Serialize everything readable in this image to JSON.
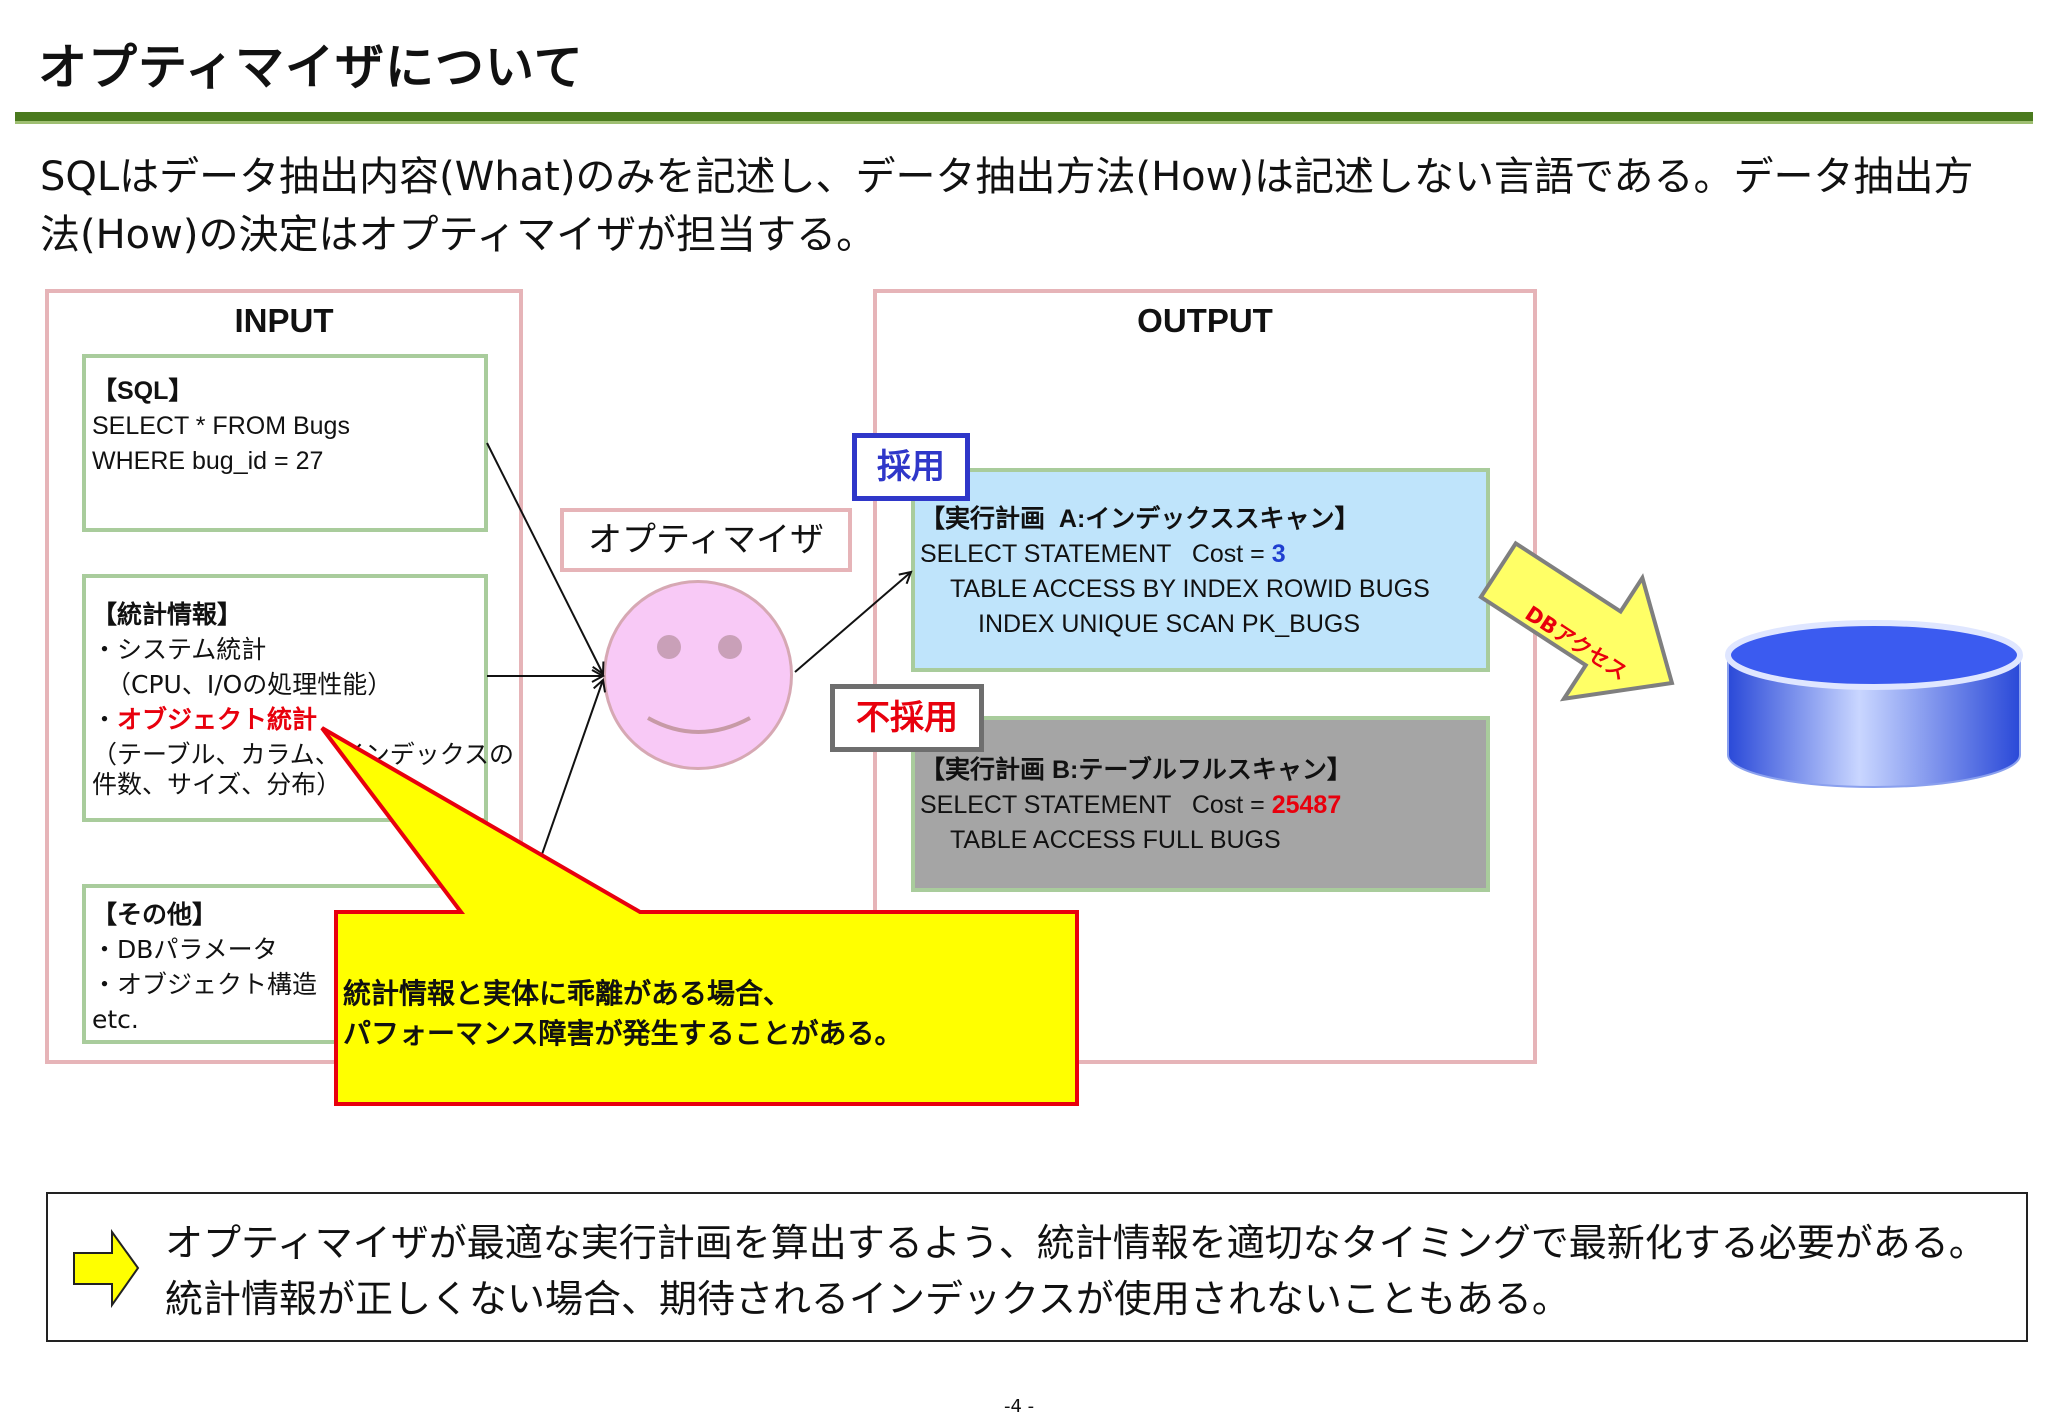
{
  "title": "オプティマイザについて",
  "intro": "SQLはデータ抽出内容(What)のみを記述し、データ抽出方法(How)は記述しない言語である。データ抽出方法(How)の決定はオプティマイザが担当する。",
  "input": {
    "heading": "INPUT",
    "sql": {
      "label": "【SQL】",
      "lines": [
        "SELECT * FROM Bugs",
        "WHERE bug_id = 27"
      ]
    },
    "stats": {
      "label": "【統計情報】",
      "line1": "・システム統計",
      "line2": "（CPU、I/Oの処理性能）",
      "line3_prefix": "・",
      "line3": "オブジェクト統計",
      "line4": "（テーブル、カラム、インデックスの",
      "line5": "件数、サイズ、分布）"
    },
    "other": {
      "label": "【その他】",
      "line1": "・DBパラメータ",
      "line2": "・オブジェクト構造",
      "line3": "etc."
    }
  },
  "optimizer_label": "オプティマイザ",
  "output": {
    "heading": "OUTPUT",
    "adopted_label": "採用",
    "rejected_label": "不採用",
    "plan_a": {
      "title": "【実行計画  A:インデックススキャン】",
      "stmt": "SELECT STATEMENT   Cost = ",
      "cost": "3",
      "step1": "TABLE ACCESS BY INDEX ROWID BUGS",
      "step2": "INDEX UNIQUE SCAN PK_BUGS"
    },
    "plan_b": {
      "title": "【実行計画 B:テーブルフルスキャン】",
      "stmt": "SELECT STATEMENT   Cost = ",
      "cost": "25487",
      "step1": "TABLE ACCESS FULL BUGS"
    }
  },
  "db_access_label": "DBアクセス",
  "callout": {
    "line1": "統計情報と実体に乖離がある場合、",
    "line2": "パフォーマンス障害が発生することがある。"
  },
  "footer": {
    "line1": "オプティマイザが最適な実行計画を算出するよう、統計情報を適切なタイミングで最新化する必要がある。",
    "line2": "統計情報が正しくない場合、期待されるインデックスが使用されないこともある。"
  },
  "page_number": "-4 -",
  "colors": {
    "header_rule": "#4a7a1e",
    "adopted": "#2f37c9",
    "rejected_text": "#e8000d",
    "plan_a_bg": "#bfe4fb",
    "plan_b_bg": "#a5a5a5",
    "callout_bg": "#ffff00",
    "callout_border": "#e8000d",
    "face": "#f8c9f6",
    "database": "#3b5bf0"
  },
  "icons": [
    "smiley-face-icon",
    "database-cylinder-icon",
    "db-access-arrow-icon",
    "yellow-right-arrow-icon"
  ]
}
